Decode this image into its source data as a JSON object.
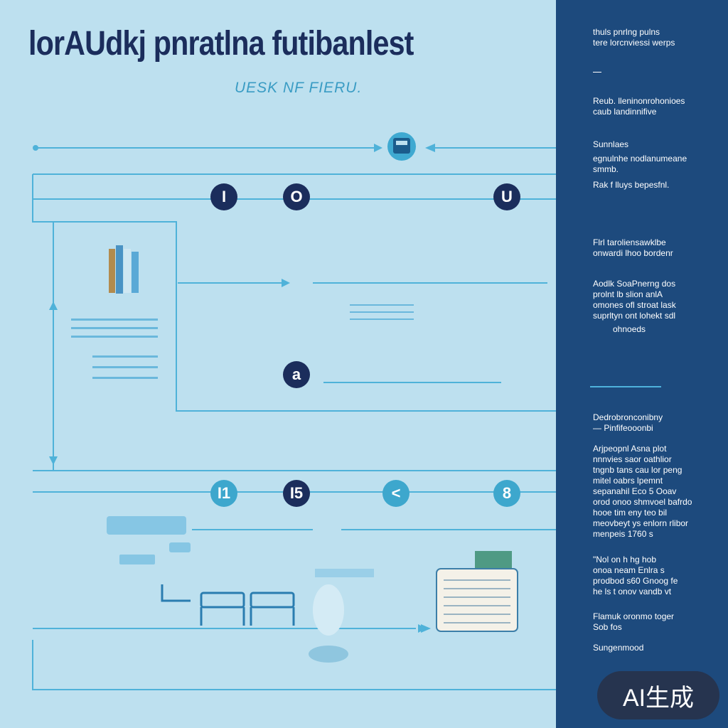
{
  "title": "lorAUdkj pnratlna futibanlest",
  "subtitle": "UESK NF FIERU.",
  "nodes": [
    "I",
    "O",
    "U",
    "a",
    "I1",
    "I5",
    "<",
    "8"
  ],
  "sidebar": {
    "p1": "thuls pnrlng pulns\ntere lorcnviessi werps",
    "p2": "Reub. lleninonrohonioes\ncaub landinnifive",
    "p3_head": "Sunnlaes",
    "p3": "egnulnhe nodlanumeane\nsmmb.",
    "p4": "Rak f lluys bepesfnl.",
    "p5": "Flrl taroliensawklbe\nonwardi lhoo bordenr",
    "p6": "Aodlk SoaPnerng dos\nprolnt lb slion anlA\nomones ofl stroat lask\nsuprltyn ont lohekt sdl",
    "p6_tail": "ohnoeds",
    "p7": "Dedrobronconibny\n— Pinfifeooonbi",
    "p8": "Arjpeopnl Asna plot\nnnnvies saor oathlior\ntngnb tans cau lor peng\nmitel oabrs lpemnt\nsepanahil Eco 5 Ooav\norod onoo shmvoel bafrdo\nhooe tim eny teo bil\nmeovbeyt ys enlorn rlibor\nmenpeis 1760 s",
    "p9": "\"Nol on h hg hob\nonoa neam Enlra s\nprodbod s60 Gnoog fe\nhe ls t onov vandb vt",
    "p10": "Flamuk oronmo toger\nSob fos",
    "p11": "Sungenmood"
  },
  "badge": "AI生成"
}
